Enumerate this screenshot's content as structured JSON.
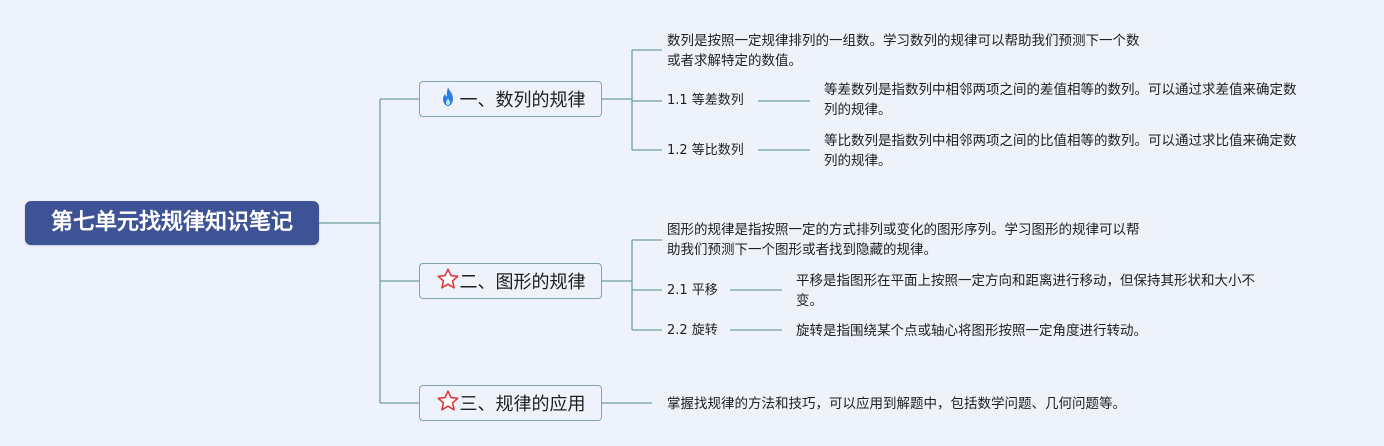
{
  "root": {
    "title": "第七单元找规律知识笔记"
  },
  "branches": [
    {
      "icon": "fire-icon",
      "label": "一、数列的规律",
      "summary_lines": [
        "数列是按照一定规律排列的一组数。学习数列的规律可以帮助我们预测下一个数",
        "或者求解特定的数值。"
      ],
      "children": [
        {
          "label": "1.1 等差数列",
          "detail_lines": [
            "等差数列是指数列中相邻两项之间的差值相等的数列。可以通过求差值来确定数",
            "列的规律。"
          ]
        },
        {
          "label": "1.2 等比数列",
          "detail_lines": [
            "等比数列是指数列中相邻两项之间的比值相等的数列。可以通过求比值来确定数",
            "列的规律。"
          ]
        }
      ]
    },
    {
      "icon": "star-outline-icon",
      "label": "二、图形的规律",
      "summary_lines": [
        "图形的规律是指按照一定的方式排列或变化的图形序列。学习图形的规律可以帮",
        "助我们预测下一个图形或者找到隐藏的规律。"
      ],
      "children": [
        {
          "label": "2.1 平移",
          "detail_lines": [
            "平移是指图形在平面上按照一定方向和距离进行移动，但保持其形状和大小不",
            "变。"
          ]
        },
        {
          "label": "2.2 旋转",
          "detail_lines": [
            "旋转是指围绕某个点或轴心将图形按照一定角度进行转动。"
          ]
        }
      ]
    },
    {
      "icon": "star-outline-icon",
      "label": "三、规律的应用",
      "summary_lines": [
        "掌握找规律的方法和技巧，可以应用到解题中，包括数学问题、几何问题等。"
      ],
      "children": []
    }
  ],
  "colors": {
    "background": "#eef2fb",
    "root": "#3d5396",
    "connector": "#6f9ea0",
    "fire": "#2e7de0",
    "star": "#e0393e"
  }
}
